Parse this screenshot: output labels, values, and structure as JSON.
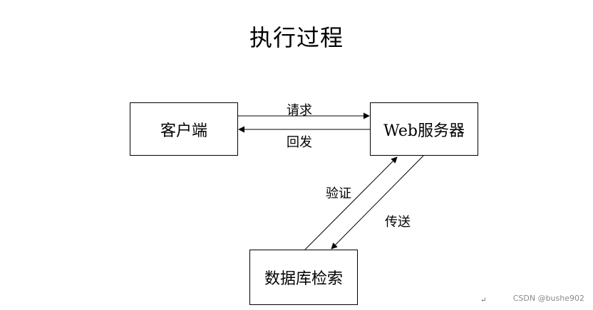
{
  "title": "执行过程",
  "nodes": {
    "client": "客户端",
    "server": "Web服务器",
    "database": "数据库检索"
  },
  "edges": {
    "request": "请求",
    "response": "回发",
    "verify": "验证",
    "transmit": "传送"
  },
  "watermark": "CSDN @bushe902",
  "paragraph_mark": "↵"
}
